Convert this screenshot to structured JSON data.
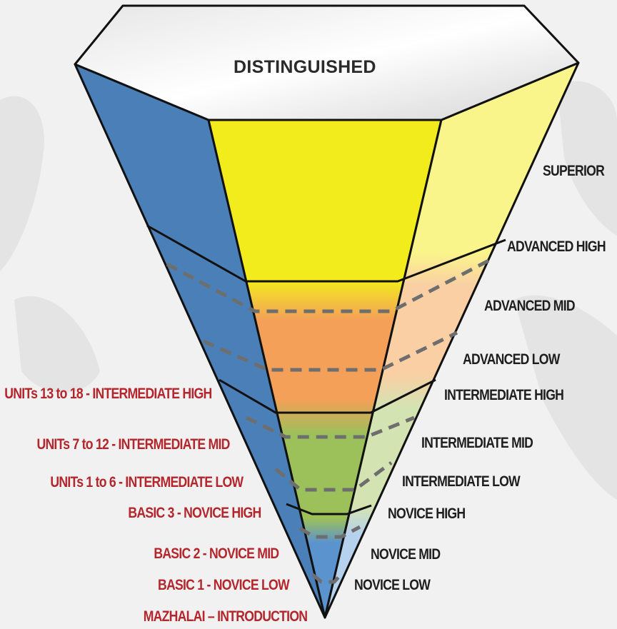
{
  "title": "DISTINGUISHED",
  "levels_right": [
    "SUPERIOR",
    "ADVANCED HIGH",
    "ADVANCED MID",
    "ADVANCED LOW",
    "INTERMEDIATE HIGH",
    "INTERMEDIATE MID",
    "INTERMEDIATE LOW",
    "NOVICE HIGH",
    "NOVICE MID",
    "NOVICE LOW"
  ],
  "course_levels_left": [
    "UNITs 13 to 18 - INTERMEDIATE HIGH",
    "UNITs 7 to 12 - INTERMEDIATE MID",
    "UNITs 1 to 6 - INTERMEDIATE LOW",
    "BASIC 3 - NOVICE HIGH",
    "BASIC 2 - NOVICE MID",
    "BASIC 1 - NOVICE LOW",
    "MAZHALAI – INTRODUCTION"
  ],
  "colors": {
    "superior": "#f2ec1c",
    "advanced": "#f4a058",
    "intermediate": "#9cc05a",
    "novice": "#5b93cf",
    "left_label": "#b3262c",
    "right_label": "#1e1e1e"
  }
}
